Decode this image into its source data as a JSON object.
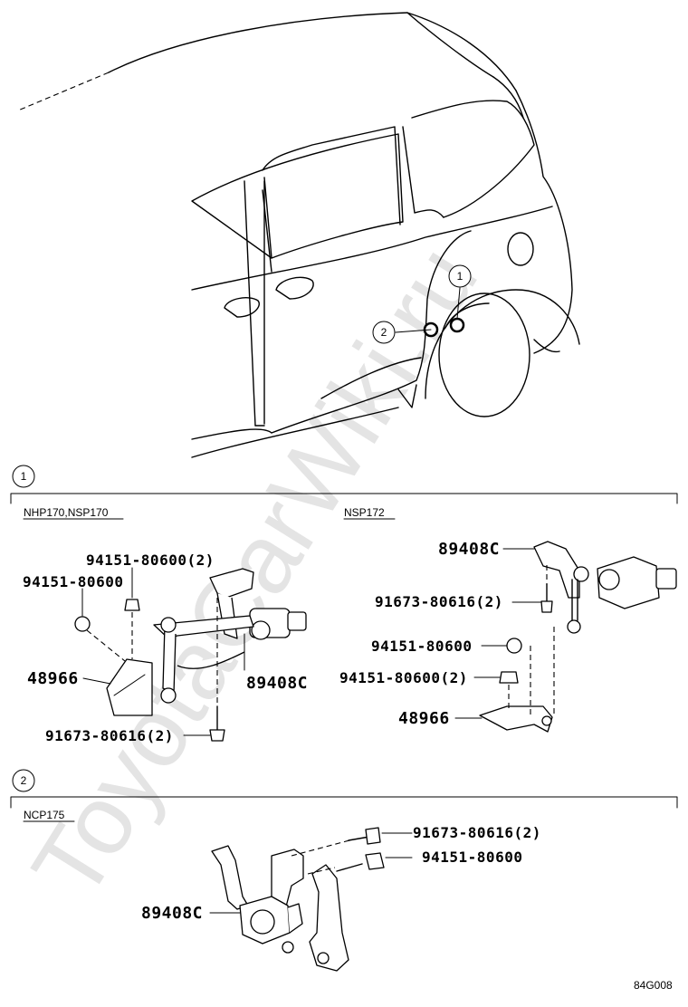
{
  "watermark": "ToyotaCarWiki.ru",
  "figure_code": "84G008",
  "overview": {
    "callout_1": "1",
    "callout_2": "2"
  },
  "section_1": {
    "number": "1",
    "left": {
      "model": "NHP170,NSP170",
      "labels": {
        "nut_qty": "94151-80600(2)",
        "nut": "94151-80600",
        "bracket": "48966",
        "sensor": "89408C",
        "bolt": "91673-80616(2)"
      }
    },
    "right": {
      "model": "NSP172",
      "labels": {
        "sensor": "89408C",
        "bolt": "91673-80616(2)",
        "nut": "94151-80600",
        "nut_qty": "94151-80600(2)",
        "bracket": "48966"
      }
    }
  },
  "section_2": {
    "number": "2",
    "model": "NCP175",
    "labels": {
      "bolt": "91673-80616(2)",
      "nut": "94151-80600",
      "sensor": "89408C"
    }
  }
}
